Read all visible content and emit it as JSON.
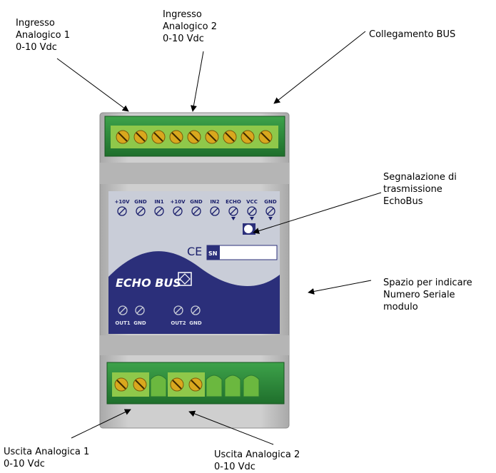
{
  "callouts": {
    "input1": "Ingresso\nAnalogico 1\n0-10 Vdc",
    "input2": "Ingresso\nAnalogico 2\n0-10 Vdc",
    "bus": "Collegamento BUS",
    "echo_led": "Segnalazione di\ntrasmissione\nEchoBus",
    "serial": "Spazio per indicare\nNumero Seriale\nmodulo",
    "output1": "Uscita Analogica 1\n0-10 Vdc",
    "output2": "Uscita Analogica 2\n0-10 Vdc"
  },
  "device": {
    "brand": "ECHO BUS",
    "ce_mark": "CE",
    "sn_label": "SN",
    "top_terminals": [
      "+10V",
      "GND",
      "IN1",
      "+10V",
      "GND",
      "IN2",
      "ECHO",
      "VCC",
      "GND"
    ],
    "bottom_terminals": [
      "OUT1",
      "GND",
      "OUT2",
      "GND"
    ],
    "colors": {
      "housing": "#c9c9c9",
      "terminal_block": "#2f8a3a",
      "terminal_light": "#9ad04a",
      "screw": "#d9a81e",
      "label_panel": "#c9cdd8",
      "brand_wave": "#2b2f7a"
    }
  }
}
